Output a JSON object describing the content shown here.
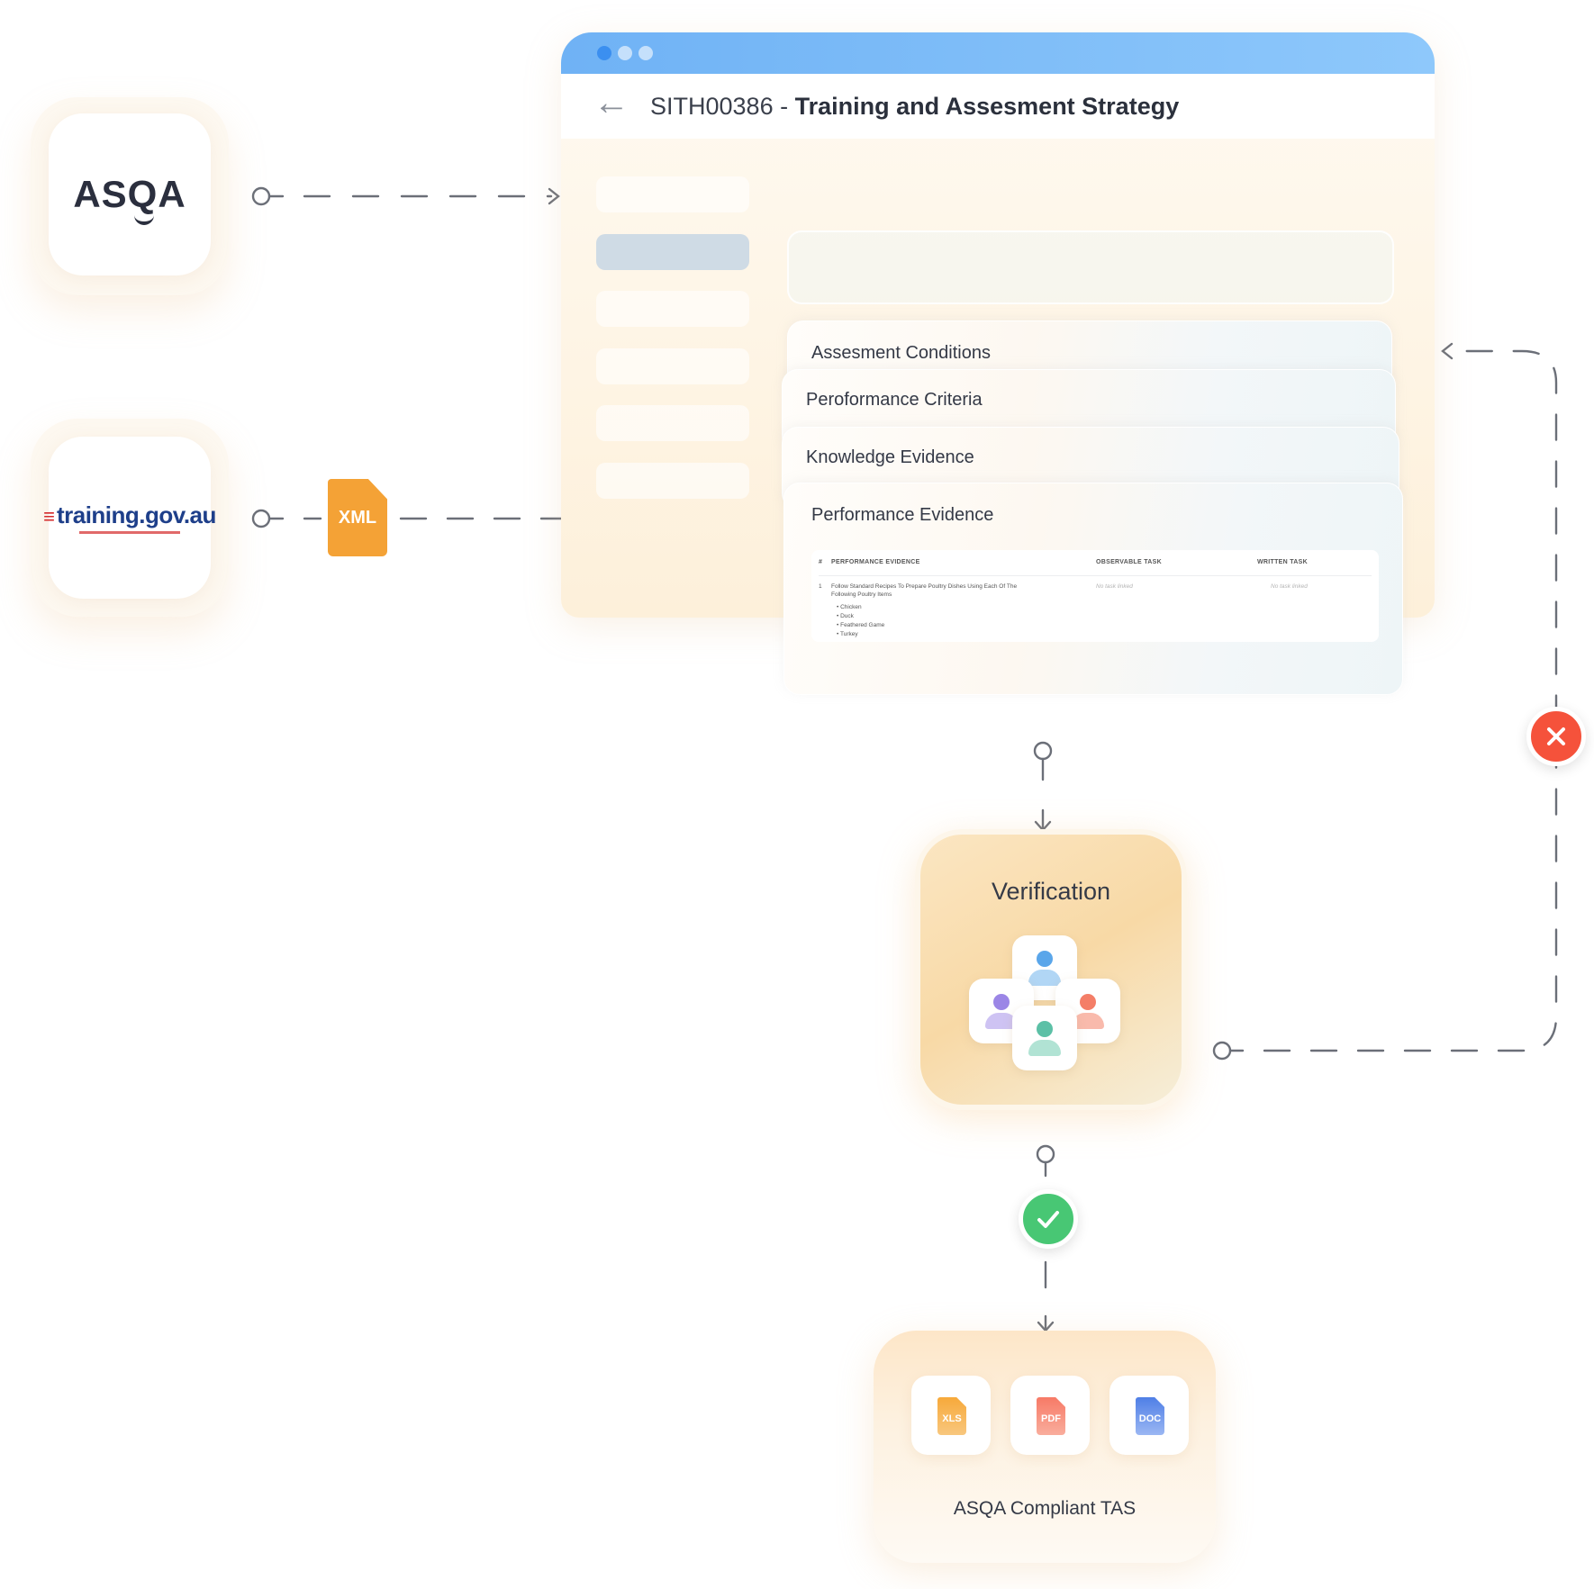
{
  "sources": {
    "asqa": {
      "logo_text": "ASQA"
    },
    "training": {
      "logo_text": "training.gov.au"
    },
    "xml_badge": "XML"
  },
  "window": {
    "code": "SITH00386",
    "separator": " - ",
    "title": "Training and Assesment Strategy",
    "dots": [
      "#3b8ff0",
      "#c5e0fb",
      "#c5e0fb"
    ]
  },
  "sections": {
    "assessment_conditions": "Assesment Conditions",
    "performance_criteria": "Peroformance Criteria",
    "knowledge_evidence": "Knowledge Evidence",
    "performance_evidence": "Performance Evidence"
  },
  "pe_table": {
    "headers": {
      "num": "#",
      "evidence": "PERFORMANCE EVIDENCE",
      "observable": "OBSERVABLE TASK",
      "written": "WRITTEN TASK"
    },
    "row": {
      "num": "1",
      "line1": "Follow Standard Recipes To Prepare Poultry Dishes Using Each Of The",
      "line2": "Following Poultry Items",
      "bullets": [
        "Chicken",
        "Duck",
        "Feathered Game",
        "Turkey"
      ],
      "observable": "No task linked",
      "written": "No task linked"
    }
  },
  "verification": {
    "title": "Verification"
  },
  "output": {
    "files": [
      "XLS",
      "PDF",
      "DOC"
    ],
    "label": "ASQA Compliant TAS"
  },
  "colors": {
    "accent_blue": "#6fb2f5",
    "xml_orange": "#f4a236",
    "success": "#48c774",
    "error": "#f5523b"
  }
}
